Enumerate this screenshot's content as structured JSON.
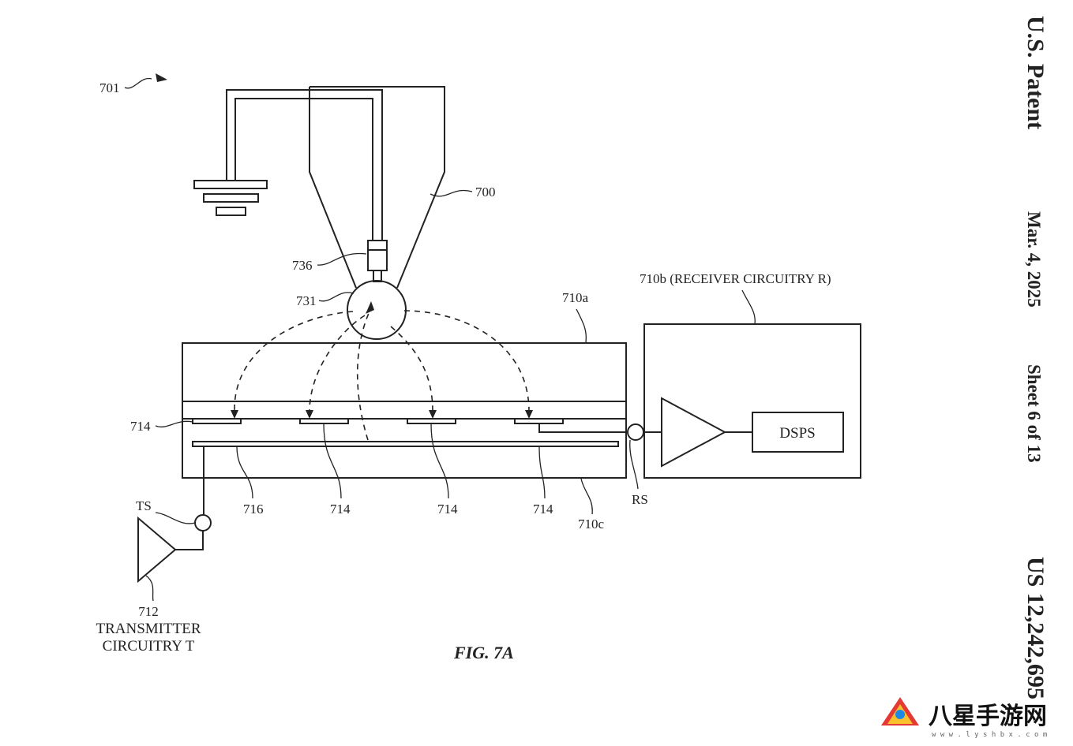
{
  "header": {
    "patent": "U.S. Patent",
    "date": "Mar. 4, 2025",
    "sheet": "Sheet 6 of 13",
    "number": "US 12,242,695"
  },
  "figure": {
    "caption": "FIG. 7A",
    "labels": {
      "ref_701": "701",
      "ref_700": "700",
      "ref_736": "736",
      "ref_731": "731",
      "ref_710a": "710a",
      "ref_710b": "710b (RECEIVER CIRCUITRY R)",
      "ref_710c": "710c",
      "ref_714": "714",
      "ref_716": "716",
      "dsps": "DSPS",
      "rs": "RS",
      "ts": "TS",
      "ref_712": "712",
      "transmitter_line1": "TRANSMITTER",
      "transmitter_line2": "CIRCUITRY T"
    }
  },
  "watermark": {
    "text": "八星手游网",
    "url": "w w w . l y s h b x . c o m"
  }
}
